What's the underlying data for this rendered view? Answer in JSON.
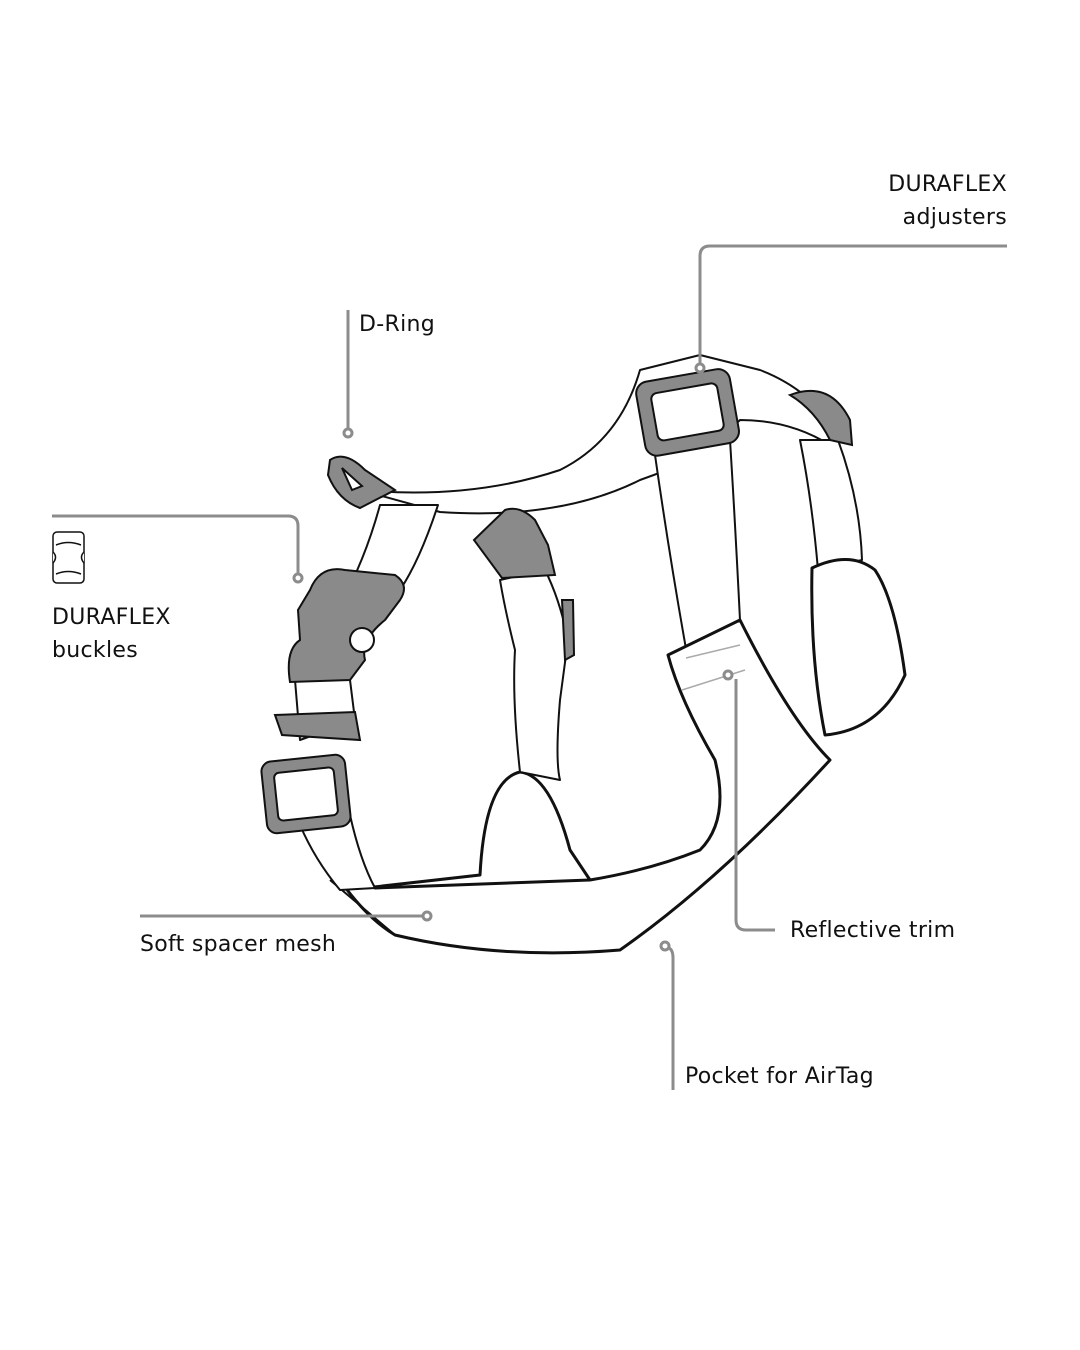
{
  "labels": {
    "adjusters": {
      "line1": "DURAFLEX",
      "line2": "adjusters"
    },
    "d_ring": "D-Ring",
    "buckles": {
      "line1": "DURAFLEX",
      "line2": "buckles"
    },
    "mesh": "Soft spacer mesh",
    "reflective": "Reflective trim",
    "pocket": "Pocket for AirTag"
  },
  "colors": {
    "leader": "#8c8c8c",
    "hardware": "#8a8a8a",
    "outline": "#111111"
  },
  "icons": {
    "buckle": "buckle-icon"
  }
}
